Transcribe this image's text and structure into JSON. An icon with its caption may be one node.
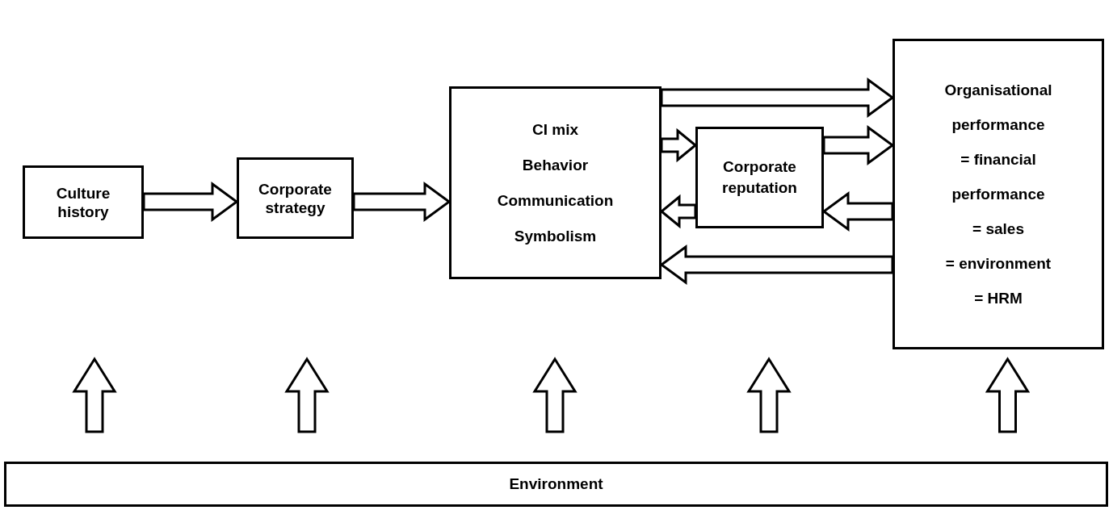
{
  "diagram": {
    "nodes": [
      {
        "text": [
          "Culture history"
        ]
      },
      {
        "text": [
          "Corporate strategy"
        ]
      },
      {
        "text": [
          "CI mix",
          "Behavior",
          "Communication",
          "Symbolism"
        ]
      },
      {
        "text": [
          "Corporate reputation"
        ]
      },
      {
        "text": [
          "Organisational performance",
          "= financial performance",
          "= sales",
          "= environment",
          "= HRM"
        ]
      },
      {
        "text": [
          "Environment"
        ]
      }
    ],
    "edges": [
      {
        "from": 0,
        "to": 1,
        "arrow": "to"
      },
      {
        "from": 1,
        "to": 2,
        "arrow": "to"
      },
      {
        "from": 2,
        "to": 4,
        "arrow": "to"
      },
      {
        "from": 2,
        "to": 3,
        "arrow": "to"
      },
      {
        "from": 3,
        "to": 4,
        "arrow": "to"
      },
      {
        "from": 4,
        "to": 3,
        "arrow": "to"
      },
      {
        "from": 3,
        "to": 2,
        "arrow": "to"
      },
      {
        "from": 4,
        "to": 2,
        "arrow": "to"
      },
      {
        "from": 5,
        "to": null,
        "arrow": "to"
      },
      {
        "from": 5,
        "to": null,
        "arrow": "to"
      },
      {
        "from": 5,
        "to": null,
        "arrow": "to"
      },
      {
        "from": 5,
        "to": null,
        "arrow": "to"
      },
      {
        "from": 5,
        "to": 4,
        "arrow": "to"
      }
    ]
  }
}
